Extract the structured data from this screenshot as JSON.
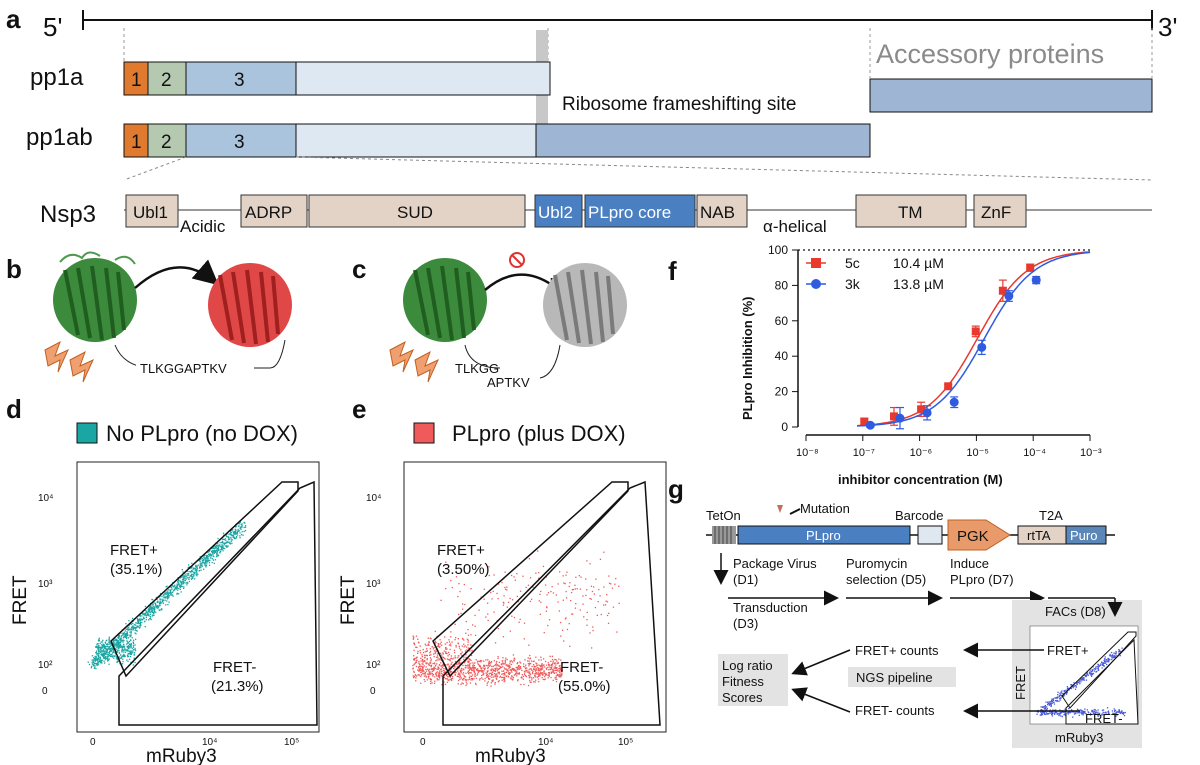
{
  "panel_a": {
    "letter": "a",
    "five_prime": "5'",
    "three_prime": "3'",
    "pp1a_label": "pp1a",
    "pp1ab_label": "pp1ab",
    "seg1": "1",
    "seg2": "2",
    "seg3": "3",
    "accessory_label": "Accessory proteins",
    "frameshift_label": "Ribosome frameshifting site",
    "nsp3_label": "Nsp3",
    "domains": {
      "ubl1": "Ubl1",
      "adrp": "ADRP",
      "sud": "SUD",
      "ubl2": "Ubl2",
      "plpro_core": "PLpro core",
      "nab": "NAB",
      "tm": "TM",
      "znf": "ZnF"
    },
    "linkers": {
      "acidic": "Acidic",
      "alpha_helical": "α-helical"
    },
    "colors": {
      "nsp1": "#e07a2e",
      "nsp2": "#b5c9b0",
      "nsp3": "#a9c4dc",
      "rest": "#dde8f2",
      "frameshift_block": "#9fb5d4",
      "domain": "#e3d3c6",
      "blue_domain": "#4a7fc1"
    }
  },
  "panel_b": {
    "letter": "b",
    "peptide": "TLKGGAPTKV"
  },
  "panel_c": {
    "letter": "c",
    "peptide_left": "TLKGG",
    "peptide_right": "APTKV"
  },
  "panel_d": {
    "letter": "d",
    "legend": "No PLpro (no DOX)",
    "legend_color": "#1aa6a3",
    "gate_pos": "FRET+",
    "gate_pos_pct": "(35.1%)",
    "gate_neg": "FRET-",
    "gate_neg_pct": "(21.3%)",
    "xlabel": "mRuby3",
    "ylabel": "FRET"
  },
  "panel_e": {
    "letter": "e",
    "legend": "PLpro (plus DOX)",
    "legend_color": "#f05a5a",
    "gate_pos": "FRET+",
    "gate_pos_pct": "(3.50%)",
    "gate_neg": "FRET-",
    "gate_neg_pct": "(55.0%)",
    "xlabel": "mRuby3",
    "ylabel": "FRET"
  },
  "flow_axes": {
    "y_ticks": [
      "10⁴",
      "10³",
      "10²",
      "0"
    ],
    "x_ticks": [
      "0",
      "10⁴",
      "10⁵"
    ]
  },
  "panel_f": {
    "letter": "f"
  },
  "chart_data": {
    "type": "scatter",
    "xlabel": "inhibitor concentration (M)",
    "ylabel": "PLpro Inhibition (%)",
    "x_scale": "log",
    "xlim": [
      1e-08,
      0.001
    ],
    "ylim": [
      0,
      100
    ],
    "x_ticks": [
      "10⁻⁸",
      "10⁻⁷",
      "10⁻⁶",
      "10⁻⁵",
      "10⁻⁴",
      "10⁻³"
    ],
    "y_ticks": [
      "0",
      "20",
      "40",
      "60",
      "80",
      "100"
    ],
    "legend_position": "top-left",
    "series": [
      {
        "name": "5c",
        "ic50": "10.4 µM",
        "color": "#e8392e",
        "marker": "square",
        "x": [
          1.2e-07,
          4e-07,
          1.2e-06,
          3.6e-06,
          1.1e-05,
          3.3e-05,
          0.0001
        ],
        "y": [
          3,
          6,
          10,
          23,
          54,
          77,
          90
        ],
        "err": [
          2,
          5,
          4,
          1,
          3,
          6,
          2
        ]
      },
      {
        "name": "3k",
        "ic50": "13.8 µM",
        "color": "#2f5be0",
        "marker": "circle",
        "x": [
          1.2e-07,
          4e-07,
          1.2e-06,
          3.6e-06,
          1.1e-05,
          3.3e-05,
          0.0001
        ],
        "y": [
          1,
          5,
          8,
          14,
          45,
          74,
          83
        ],
        "err": [
          1,
          6,
          4,
          3,
          4,
          3,
          2
        ]
      }
    ]
  },
  "panel_g": {
    "letter": "g",
    "teton": "TetOn",
    "mutation": "Mutation",
    "barcode": "Barcode",
    "t2a": "T2A",
    "plpro": "PLpro",
    "pgk": "PGK",
    "rtta": "rtTA",
    "puro": "Puro",
    "step1": "Package Virus",
    "step1b": "(D1)",
    "step2": "Transduction",
    "step2b": "(D3)",
    "step3": "Puromycin",
    "step3b": "selection (D5)",
    "step4": "Induce",
    "step4b": "PLpro (D7)",
    "facs": "FACs (D8)",
    "fret_pos_counts": "FRET+ counts",
    "fret_neg_counts": "FRET- counts",
    "ngs": "NGS pipeline",
    "log_ratio": "Log ratio",
    "fitness": "Fitness",
    "scores": "Scores",
    "mini_fret_pos": "FRET+",
    "mini_fret_neg": "FRET-",
    "mini_xlabel": "mRuby3",
    "mini_ylabel": "FRET"
  }
}
